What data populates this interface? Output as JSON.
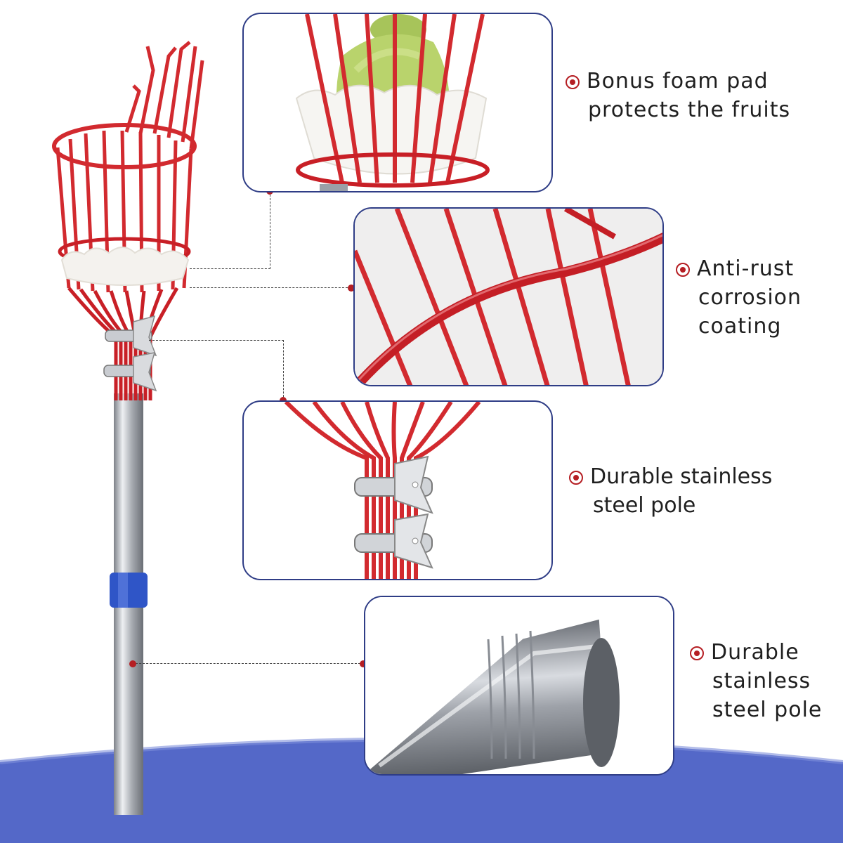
{
  "features": [
    {
      "line1": "Bonus foam pad",
      "line2": "protects the fruits"
    },
    {
      "line1": "Anti-rust",
      "line2": "corrosion",
      "line3": "coating"
    },
    {
      "line1": "Durable stainless",
      "line2": "steel pole"
    },
    {
      "line1": "Durable",
      "line2": "stainless",
      "line3": "steel pole"
    }
  ],
  "colors": {
    "accent_red": "#b51e23",
    "basket_red": "#d22a2f",
    "panel_border": "#2f3d86",
    "wave_blue": "#5468c8",
    "pole_steel": "#b9bcc2"
  },
  "icons": [
    "bullet-icon"
  ]
}
